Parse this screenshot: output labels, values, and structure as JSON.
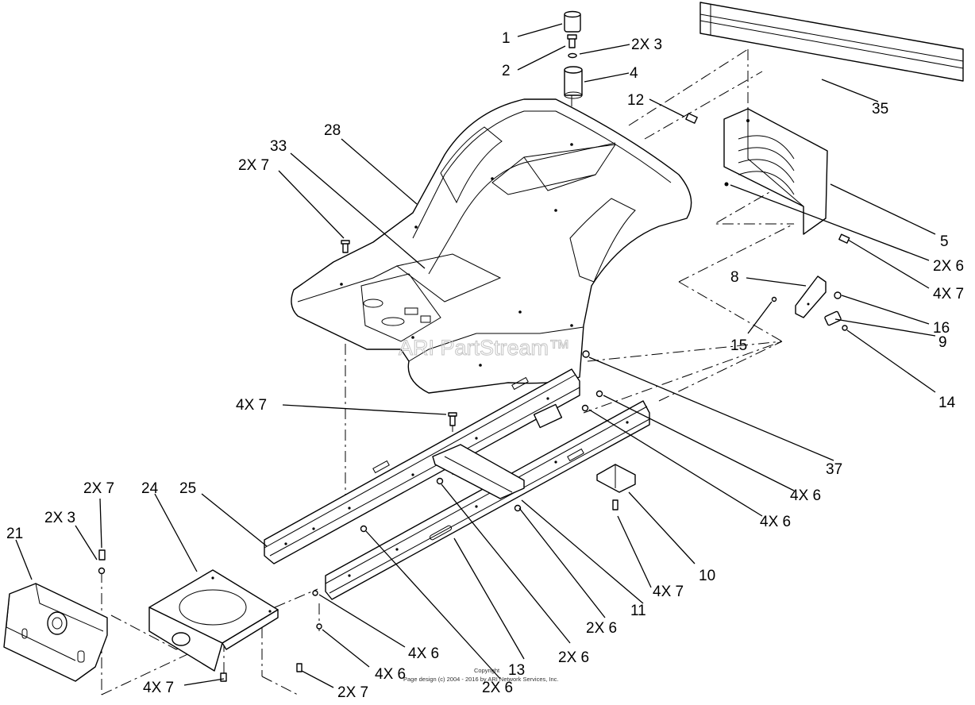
{
  "callouts": [
    {
      "id": "c1",
      "text": "1"
    },
    {
      "id": "c2",
      "text": "2"
    },
    {
      "id": "c2x3a",
      "text": "2X 3"
    },
    {
      "id": "c4",
      "text": "4"
    },
    {
      "id": "c35",
      "text": "35"
    },
    {
      "id": "c12",
      "text": "12"
    },
    {
      "id": "c28",
      "text": "28"
    },
    {
      "id": "c33",
      "text": "33"
    },
    {
      "id": "c2x7a",
      "text": "2X 7"
    },
    {
      "id": "c5",
      "text": "5"
    },
    {
      "id": "c2x6a",
      "text": "2X 6"
    },
    {
      "id": "c4x7a",
      "text": "4X 7"
    },
    {
      "id": "c8",
      "text": "8"
    },
    {
      "id": "c16",
      "text": "16"
    },
    {
      "id": "c15",
      "text": "15"
    },
    {
      "id": "c9",
      "text": "9"
    },
    {
      "id": "c14",
      "text": "14"
    },
    {
      "id": "c4x7b",
      "text": "4X 7"
    },
    {
      "id": "c37",
      "text": "37"
    },
    {
      "id": "c4x6a",
      "text": "4X 6"
    },
    {
      "id": "c4x6b",
      "text": "4X 6"
    },
    {
      "id": "c2x7b",
      "text": "2X 7"
    },
    {
      "id": "c24",
      "text": "24"
    },
    {
      "id": "c25",
      "text": "25"
    },
    {
      "id": "c21",
      "text": "21"
    },
    {
      "id": "c2x3b",
      "text": "2X 3"
    },
    {
      "id": "c10",
      "text": "10"
    },
    {
      "id": "c4x7c",
      "text": "4X 7"
    },
    {
      "id": "c11",
      "text": "11"
    },
    {
      "id": "c2x6b",
      "text": "2X 6"
    },
    {
      "id": "c2x6c",
      "text": "2X 6"
    },
    {
      "id": "c13",
      "text": "13"
    },
    {
      "id": "c4x6c",
      "text": "4X 6"
    },
    {
      "id": "c4x6d",
      "text": "4X 6"
    },
    {
      "id": "c4x7d",
      "text": "4X 7"
    },
    {
      "id": "c2x7c",
      "text": "2X 7"
    },
    {
      "id": "c2x6d",
      "text": "2X 6"
    }
  ],
  "watermark": "ARI PartStream™",
  "copyright": {
    "line1": "Copyright",
    "line2": "Page design (c) 2004 - 2016 by ARI Network Services, Inc."
  }
}
